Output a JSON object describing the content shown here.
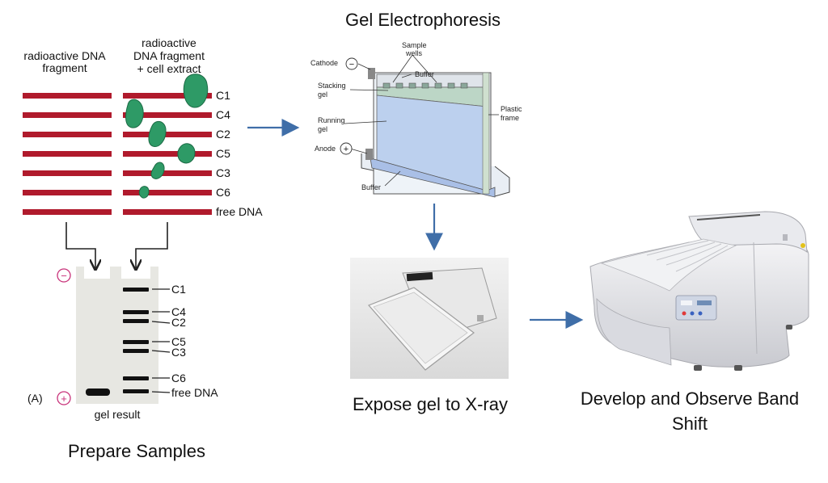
{
  "panel_left": {
    "col1_header": [
      "radioactive DNA",
      "fragment"
    ],
    "col2_header": [
      "radioactive",
      "DNA fragment",
      "+ cell extract"
    ],
    "fragment_labels": [
      "C1",
      "C4",
      "C2",
      "C5",
      "C3",
      "C6",
      "free DNA"
    ],
    "gel_marks": [
      "−",
      "+"
    ],
    "gel_tag": "(A)",
    "gel_band_labels": [
      "C1",
      "C4",
      "C2",
      "C5",
      "C3",
      "C6",
      "free DNA"
    ],
    "gel_caption": "gel result",
    "step_caption": "Prepare Samples"
  },
  "panel_gel": {
    "title": "Gel Electrophoresis",
    "labels": {
      "cathode": "Cathode",
      "cathode_sign": "−",
      "sample_wells": [
        "Sample",
        "wells"
      ],
      "buffer_top": "Buffer",
      "stacking_gel": [
        "Stacking",
        "gel"
      ],
      "running_gel": [
        "Running",
        "gel"
      ],
      "plastic_frame": [
        "Plastic",
        "frame"
      ],
      "anode": "Anode",
      "anode_sign": "+",
      "buffer_bottom": "Buffer"
    }
  },
  "panel_xray": {
    "caption": "Expose gel to X-ray"
  },
  "panel_develop": {
    "caption_lines": [
      "Develop and Observe Band",
      "Shift"
    ]
  },
  "colors": {
    "dna_bar": "#b01a2c",
    "protein": "#2e9a66",
    "arrow": "#3f6ea8",
    "gel_bg": "#e7e7e2",
    "pink_mark": "#c8327a"
  }
}
